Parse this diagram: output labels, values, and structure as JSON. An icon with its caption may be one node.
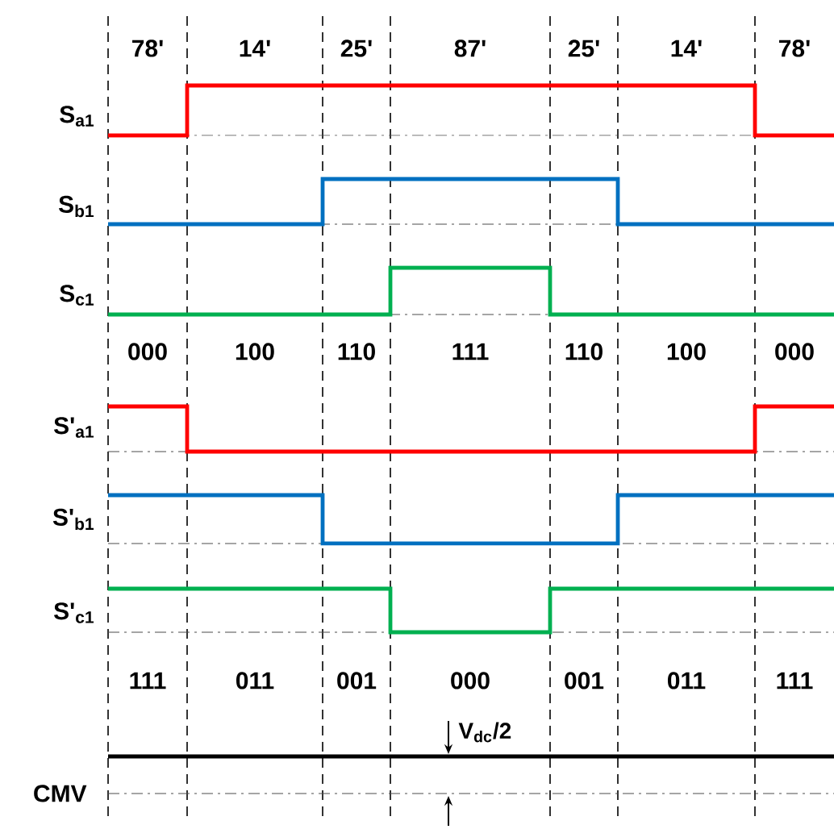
{
  "diagram": {
    "labels": [
      "78'",
      "14'",
      "25'",
      "87'",
      "25'",
      "14'",
      "78'",
      "S$_{a1}$",
      "S$_{b1}$",
      "S$_{c1}$",
      "000",
      "100",
      "110",
      "111",
      "110",
      "100",
      "000",
      "S'$_{a1}$",
      "S'$_{b1}$",
      "S'$_{c1}$",
      "111",
      "011",
      "001",
      "000",
      "001",
      "011",
      "111",
      "V$_{dc}$/2",
      "CMV"
    ]
  }
}
